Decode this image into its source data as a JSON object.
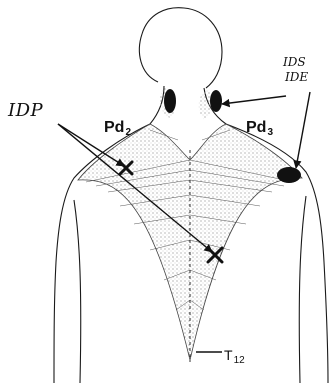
{
  "labels": {
    "idp": "IDP",
    "ids": "IDS",
    "ide": "IDE",
    "pd2": {
      "base": "Pd",
      "sub": "2"
    },
    "pd3": {
      "base": "Pd",
      "sub": "3"
    },
    "t12": {
      "base": "T",
      "sub": "12"
    }
  },
  "colors": {
    "line": "#1a1a1a",
    "stipple": "#9a9a9a",
    "trigger_point": "#111111",
    "background": "#ffffff"
  }
}
